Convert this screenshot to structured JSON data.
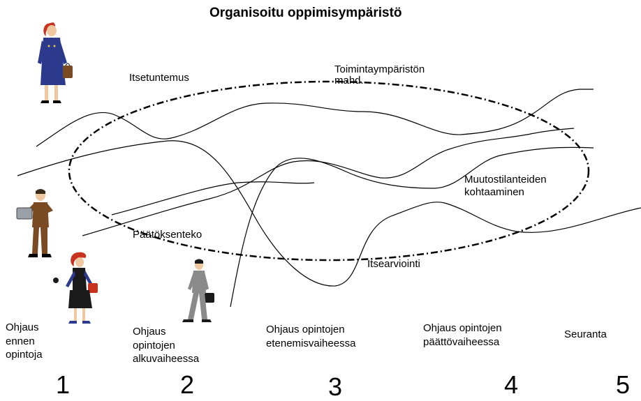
{
  "title": "Organisoitu oppimisympäristö",
  "concepts": {
    "self_knowledge": "Itsetuntemus",
    "environment": "Toimintaympäristön\nmahd.",
    "change": "Muutostilanteiden\nkohtaaminen",
    "decision": "Päätöksenteko",
    "self_assessment": "Itsearviointi"
  },
  "stages": [
    {
      "number": "1",
      "label": "Ohjaus\nennen\nopintoja"
    },
    {
      "number": "2",
      "label": "Ohjaus\nopintojen\nalkuvaiheessa"
    },
    {
      "number": "3",
      "label": "Ohjaus opintojen\netenemisvaiheessa"
    },
    {
      "number": "4",
      "label": "Ohjaus opintojen\npäättövaiheessa"
    },
    {
      "number": "5",
      "label": "Seuranta"
    }
  ],
  "figures": {
    "woman_suit": "woman-with-briefcase-clipart",
    "man_briefcase": "man-checking-watch-clipart",
    "woman_running": "woman-running-clipart",
    "man_walking": "man-walking-clipart"
  },
  "colors": {
    "line": "#000000",
    "suit_blue": "#2b3a8c",
    "suit_brown": "#7a4a22",
    "hair_red": "#c8321e",
    "skin": "#f0c8a0",
    "gray_suit": "#8a8a8a"
  }
}
